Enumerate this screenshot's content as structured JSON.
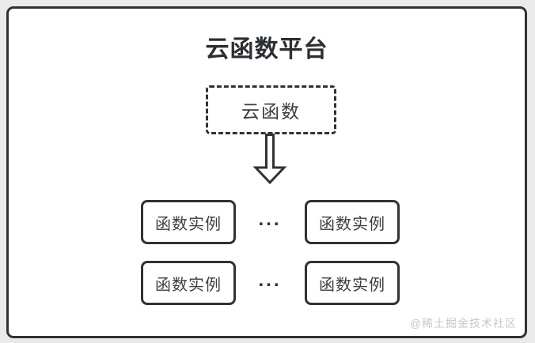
{
  "diagram": {
    "title": "云函数平台",
    "cloud_function_label": "云函数",
    "arrow_icon": "down-arrow",
    "instance_rows": [
      {
        "left": "函数实例",
        "ellipsis": "...",
        "right": "函数实例"
      },
      {
        "left": "函数实例",
        "ellipsis": "...",
        "right": "函数实例"
      }
    ],
    "watermark": "@稀土掘金技术社区"
  },
  "colors": {
    "stroke": "#2f3237",
    "title_text": "#2b2e33",
    "box_text": "#3a3d42",
    "watermark_text": "#c8c8c8",
    "page_background": "#eaeaea",
    "panel_background": "#ffffff"
  }
}
